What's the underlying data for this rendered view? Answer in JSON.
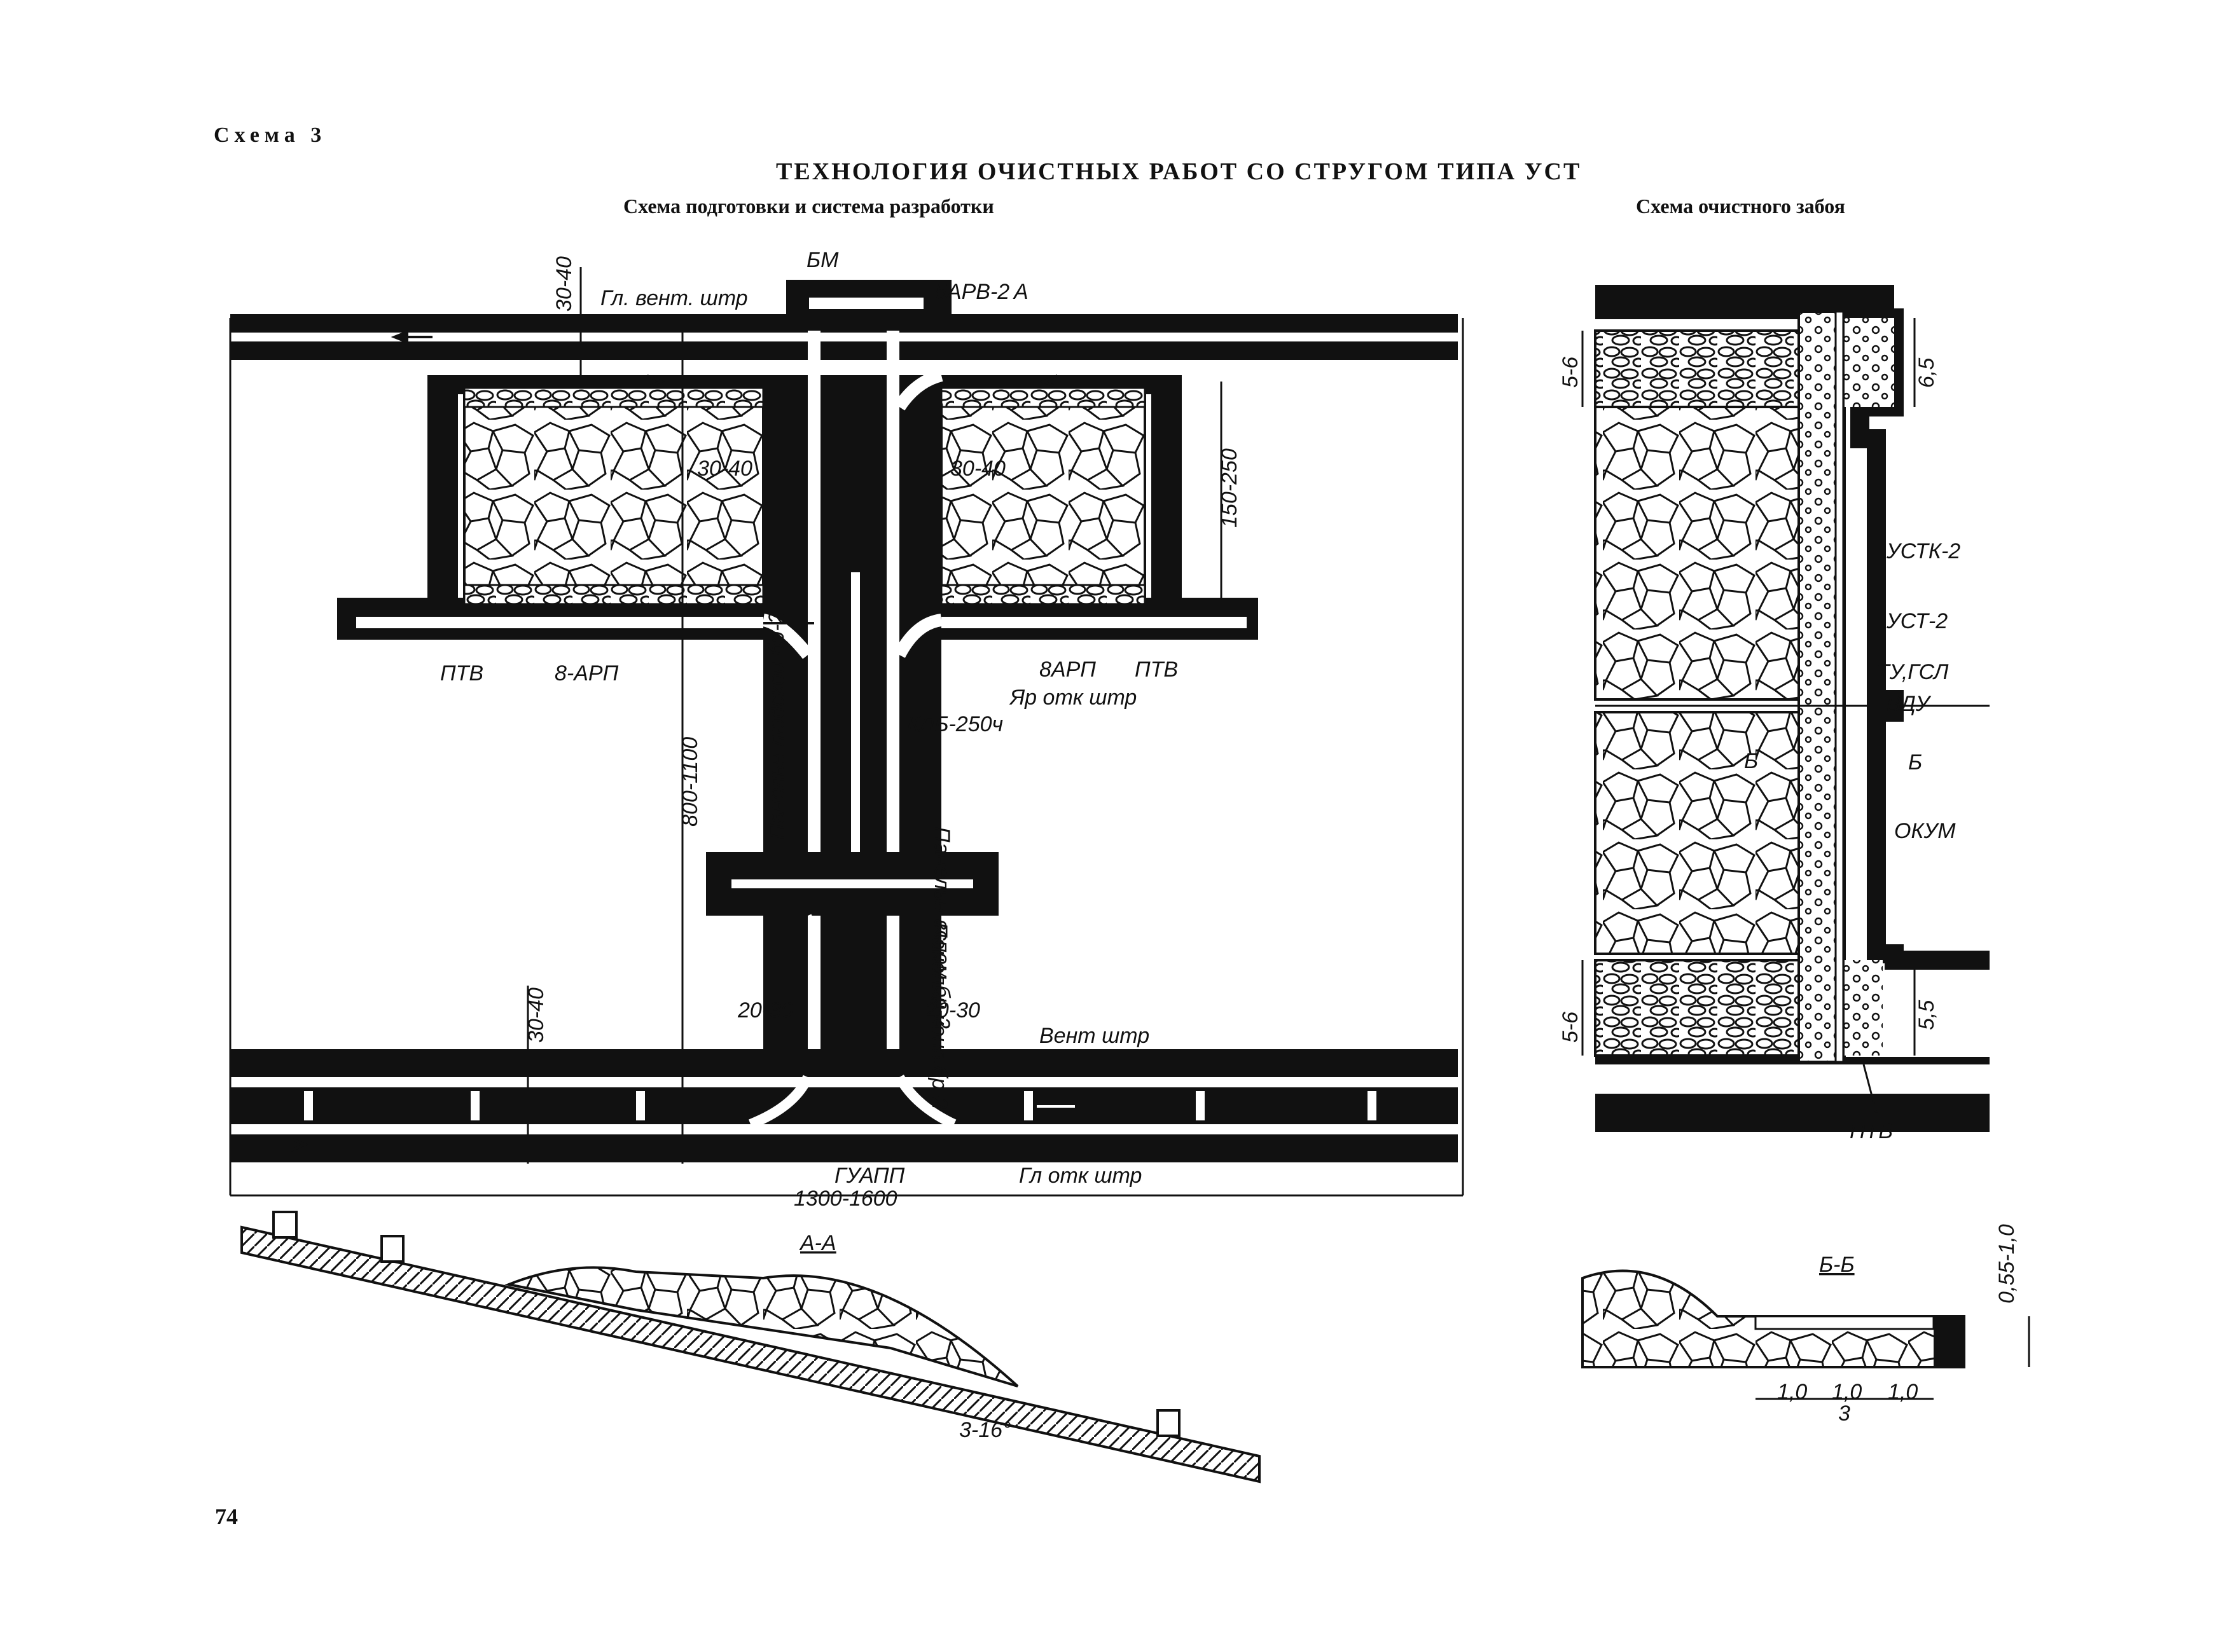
{
  "header": {
    "scheme_label": "Схема 3",
    "title": "ТЕХНОЛОГИЯ ОЧИСТНЫХ РАБОТ СО СТРУГОМ ТИПА УСТ",
    "left_subtitle": "Схема подготовки и система разработки",
    "right_subtitle": "Схема очистного забоя"
  },
  "page_number": "74",
  "plan": {
    "labels": {
      "bm": "БМ",
      "d_30_40_top": "30-40",
      "gl_vent": "Гл. вент. штр",
      "arv": "5АРВ-2",
      "section_a": "А",
      "d_30_40_left": "30-40",
      "d_30_40_right": "30-40",
      "d_150_250": "150-250",
      "ptv_left": "ПТВ",
      "arp8_left": "8-АРП",
      "arp8_right": "8АРП",
      "ptv_right": "ПТВ",
      "yar_otk": "Яр отк штр",
      "klb": "КЛБ-250ч",
      "panel_lyud": "Панельн людскои бр-2",
      "panel_vspom": "Панельн вспом бр-2",
      "panel_konv": "Панельн конв.бр-2",
      "d_800_1100": "800-1100",
      "d_30_40_bottom": "30-40",
      "d_20_30_left": "20-30",
      "d_20_30_right": "20-30",
      "vent_shtr": "Вент штр",
      "guapp": "ГУАПП",
      "gl_otk": "Гл отк штр",
      "d_1300_1600": "1300-1600"
    }
  },
  "section_aa": {
    "title": "А-А",
    "angle": "3-16°"
  },
  "face": {
    "labels": {
      "d_5_6_top": "5-6",
      "d_6_5": "6,5",
      "ustk": "УСТК-2",
      "ust": "УСТ-2",
      "tu_gsl": "ТУ,ГСЛ",
      "vdu": "ВДУ",
      "section_b_left": "Б",
      "section_b_right": "Б",
      "okum": "ОКУМ",
      "d_5_6_bottom": "5-6",
      "d_5_5": "5,5",
      "ptv": "ПТВ"
    }
  },
  "section_bb": {
    "title": "Б-Б",
    "d_055_10": "0,55-1,0",
    "d_10_a": "1,0",
    "d_10_b": "1,0",
    "d_10_c": "1,0",
    "d_3": "3"
  },
  "colors": {
    "ink": "#111111",
    "paper": "#ffffff",
    "rock_fill": "#f4f4f4"
  }
}
